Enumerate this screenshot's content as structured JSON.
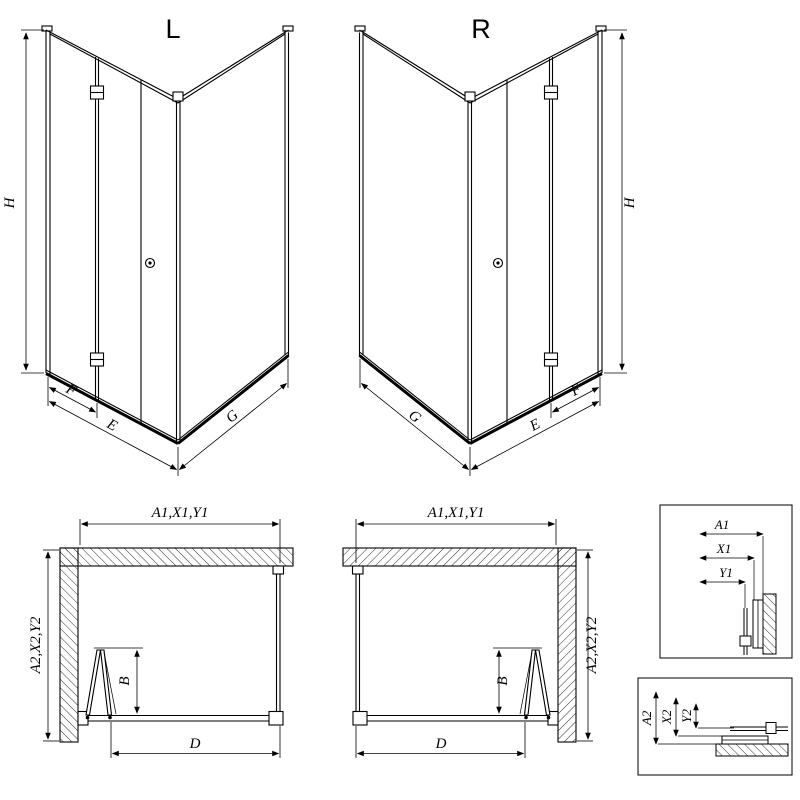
{
  "iso_left": {
    "title": "L",
    "height_label": "H",
    "fixed_label": "F",
    "entry_label": "E",
    "side_label": "G"
  },
  "iso_right": {
    "title": "R",
    "height_label": "H",
    "fixed_label": "F",
    "entry_label": "E",
    "side_label": "G"
  },
  "plan_left": {
    "width_label": "A1,X1,Y1",
    "depth_label": "A2,X2,Y2",
    "fold_label": "B",
    "entry_label": "D"
  },
  "plan_right": {
    "width_label": "A1,X1,Y1",
    "depth_label": "A2,X2,Y2",
    "fold_label": "B",
    "entry_label": "D"
  },
  "detail_top": {
    "labels": [
      "A1",
      "X1",
      "Y1"
    ]
  },
  "detail_bottom": {
    "labels": [
      "A2",
      "X2",
      "Y2"
    ]
  },
  "colors": {
    "line": "#000000",
    "background": "#ffffff"
  }
}
